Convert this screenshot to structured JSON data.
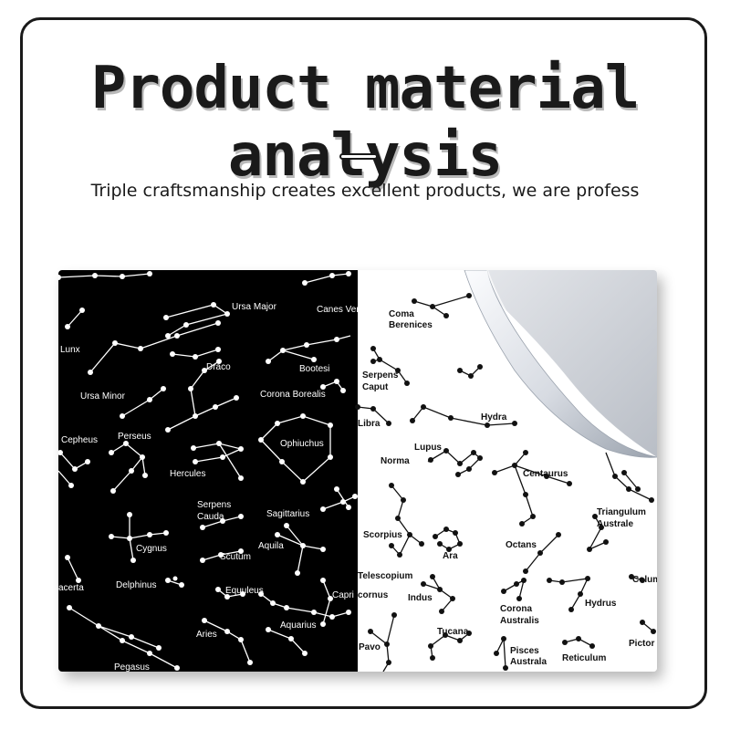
{
  "header": {
    "title": "Product material analysis",
    "subtitle": "Triple craftsmanship creates excellent products, we are profess"
  },
  "product": {
    "colors": {
      "dark_panel": "#000000",
      "light_panel": "#ffffff",
      "backing": "#c9cdd3"
    },
    "constellations_dark": {
      "ursa_major": "Ursa Major",
      "canes_venatici": "Canes Venatici",
      "lunx": "Lunx",
      "draco": "Draco",
      "bootesi": "Bootesi",
      "ursa_minor": "Ursa Minor",
      "corona_borealis": "Corona Borealis",
      "cepheus": "Cepheus",
      "perseus": "Perseus",
      "ophiuchus": "Ophiuchus",
      "hercules": "Hercules",
      "serpens_cauda_1": "Serpens",
      "serpens_cauda_2": "Cauda",
      "sagittarius": "Sagittarius",
      "cygnus": "Cygnus",
      "scutum": "Scutum",
      "aquila": "Aquila",
      "lacerta": "acerta",
      "delphinus": "Delphinus",
      "equuleus": "Equuleus",
      "capricornus_dark": "Capri",
      "aquarius": "Aquarius",
      "aries": "Aries",
      "pegasus": "Pegasus"
    },
    "constellations_light": {
      "coma_1": "Coma",
      "coma_2": "Berenices",
      "serpens_caput_1": "Serpens",
      "serpens_caput_2": "Caput",
      "hydra": "Hydra",
      "libra": "Libra",
      "lupus": "Lupus",
      "norma": "Norma",
      "centaurus": "Centaurus",
      "triangulum_1": "Triangulum",
      "triangulum_2": "Australe",
      "scorpius": "Scorpius",
      "ara": "Ara",
      "octans": "Octans",
      "telescopium": "Telescopium",
      "capricornus_light": "cornus",
      "columba": "Colum",
      "indus": "Indus",
      "corona_australis_1": "Corona",
      "corona_australis_2": "Australis",
      "hydrus": "Hydrus",
      "tucana": "Tucana",
      "pavo": "Pavo",
      "pisces_1": "Pisces",
      "pisces_2": "Australa",
      "reticulum": "Reticulum",
      "pictor": "Pictor"
    }
  }
}
